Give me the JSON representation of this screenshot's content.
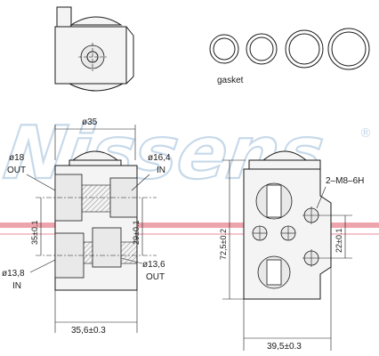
{
  "watermark": {
    "text": "Nissens",
    "mark": "®",
    "stripe_color": "#e05a6a",
    "outline_color": "#c7d9ea"
  },
  "labels": {
    "gasket": "gasket",
    "dia35": "ø35",
    "dia18": "ø18",
    "out1": "OUT",
    "dia16_4": "ø16,4",
    "in1": "IN",
    "dim35": "35±0.1",
    "dim29": "29±0.1",
    "dia13_8": "ø13,8",
    "in2": "IN",
    "dia13_6": "ø13,6",
    "out2": "OUT",
    "dim35_6": "35,6±0.3",
    "thread": "2–M8–6H",
    "dim72_5": "72,5±0.2",
    "dim22": "22±0.1",
    "dim39_5": "39,5±0.3"
  },
  "colors": {
    "ink": "#1a1a1a",
    "body": "#f4f4f4"
  }
}
